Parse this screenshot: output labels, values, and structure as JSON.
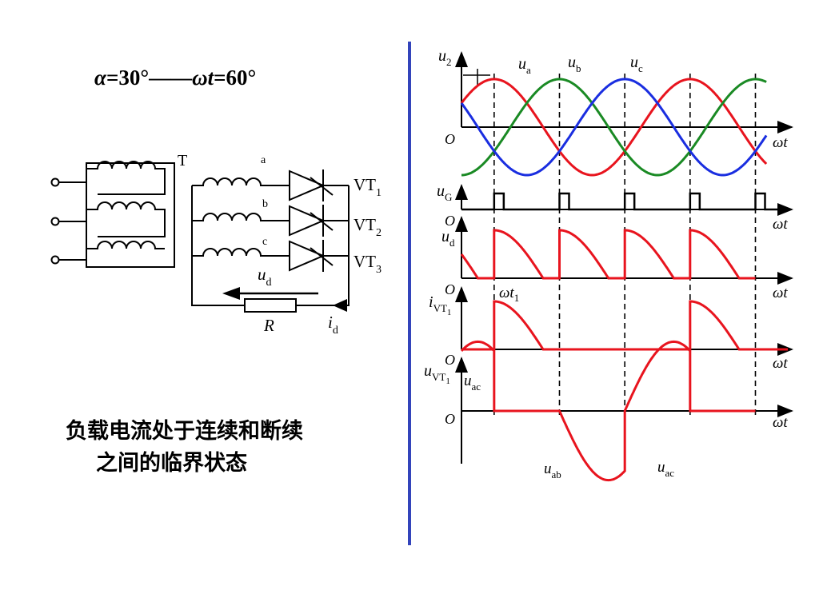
{
  "title": {
    "alpha": "α",
    "alpha_val": "=30°——",
    "wt": "ωt",
    "wt_val": "=60°"
  },
  "caption": {
    "line1": "负载电流处于连续和断续",
    "line2": "之间的临界状态"
  },
  "circuit": {
    "transformer": "T",
    "phase_a": "a",
    "phase_b": "b",
    "phase_c": "c",
    "vt1": "VT",
    "vt1_sub": "1",
    "vt2": "VT",
    "vt2_sub": "2",
    "vt3": "VT",
    "vt3_sub": "3",
    "ud": "u",
    "ud_sub": "d",
    "resistor": "R",
    "id": "i",
    "id_sub": "d"
  },
  "waves": {
    "axis_wt": "ωt",
    "origin": "O",
    "u2": "u",
    "u2_sub": "2",
    "ua": "u",
    "ua_sub": "a",
    "ub": "u",
    "ub_sub": "b",
    "uc": "u",
    "uc_sub": "c",
    "uG": "u",
    "uG_sub": "G",
    "ud": "u",
    "ud_sub": "d",
    "ivt1": "i",
    "ivt1_sub": "VT",
    "ivt1_subsub": "1",
    "uvt1": "u",
    "uvt1_sub": "VT",
    "uvt1_subsub": "1",
    "uac": "u",
    "uac_sub": "ac",
    "uab": "u",
    "uab_sub": "ab",
    "uac2": "u",
    "uac2_sub": "ac",
    "wt1": "ωt",
    "wt1_sub": "1",
    "colors": {
      "a": "#e8141e",
      "b": "#1a8a24",
      "c": "#1a2ee0",
      "pulse": "#000000"
    }
  }
}
